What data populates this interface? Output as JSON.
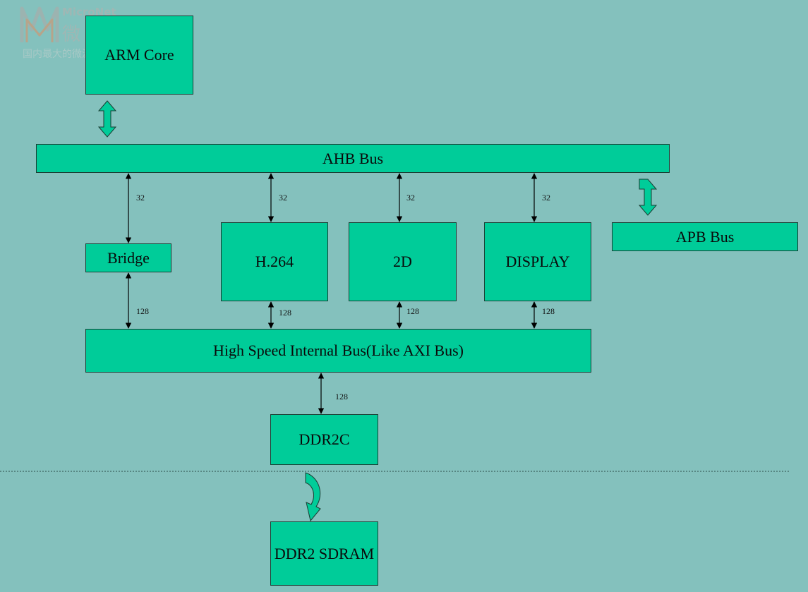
{
  "blocks": {
    "arm_core": "ARM Core",
    "ahb_bus": "AHB Bus",
    "apb_bus": "APB Bus",
    "bridge": "Bridge",
    "h264": "H.264",
    "two_d": "2D",
    "display": "DISPLAY",
    "axi_bus": "High Speed Internal Bus(Like AXI Bus)",
    "ddr2c": "DDR2C",
    "ddr2_sdram": "DDR2 SDRAM"
  },
  "widths": {
    "bridge_ahb": "32",
    "h264_ahb": "32",
    "two_d_ahb": "32",
    "display_ahb": "32",
    "bridge_axi": "128",
    "h264_axi": "128",
    "two_d_axi": "128",
    "display_axi": "128",
    "ddr2c_axi": "128"
  },
  "watermark": {
    "brand": "MicroNet",
    "cn_name": "微网",
    "slogan": "国内最大的微波社区"
  },
  "colors": {
    "background": "#84c1bd",
    "block_fill": "#00cc99",
    "block_border": "#1a3d33"
  }
}
